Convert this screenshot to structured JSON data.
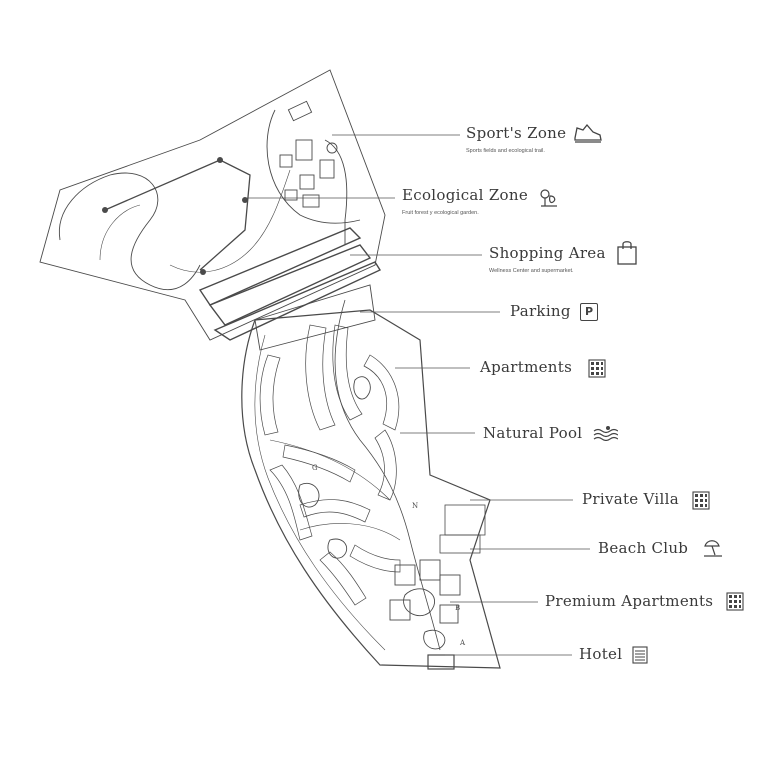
{
  "legend": {
    "sports_zone": {
      "label": "Sport's Zone",
      "sub": "Sports fields and ecological trail.",
      "icon": "sneaker-icon"
    },
    "ecological_zone": {
      "label": "Ecological Zone",
      "sub": "Fruit forest y ecological garden.",
      "icon": "plant-icon"
    },
    "shopping_area": {
      "label": "Shopping Area",
      "sub": "Wellness Center and supermarket.",
      "icon": "shopping-bag-icon"
    },
    "parking": {
      "label": "Parking",
      "icon_text": "P",
      "icon": "parking-icon"
    },
    "apartments": {
      "label": "Apartments",
      "icon": "building-icon"
    },
    "natural_pool": {
      "label": "Natural Pool",
      "icon": "pool-waves-icon"
    },
    "private_villa": {
      "label": "Private Villa",
      "icon": "building-icon"
    },
    "beach_club": {
      "label": "Beach Club",
      "icon": "beach-umbrella-icon"
    },
    "premium_apartments": {
      "label": "Premium Apartments",
      "icon": "building-icon"
    },
    "hotel": {
      "label": "Hotel",
      "icon": "hotel-icon"
    }
  },
  "map_letters": {
    "g": "G",
    "n": "N",
    "b": "B",
    "a": "A"
  },
  "colors": {
    "line": "#4a4a4a",
    "text": "#3a3a3a",
    "background": "#ffffff"
  }
}
